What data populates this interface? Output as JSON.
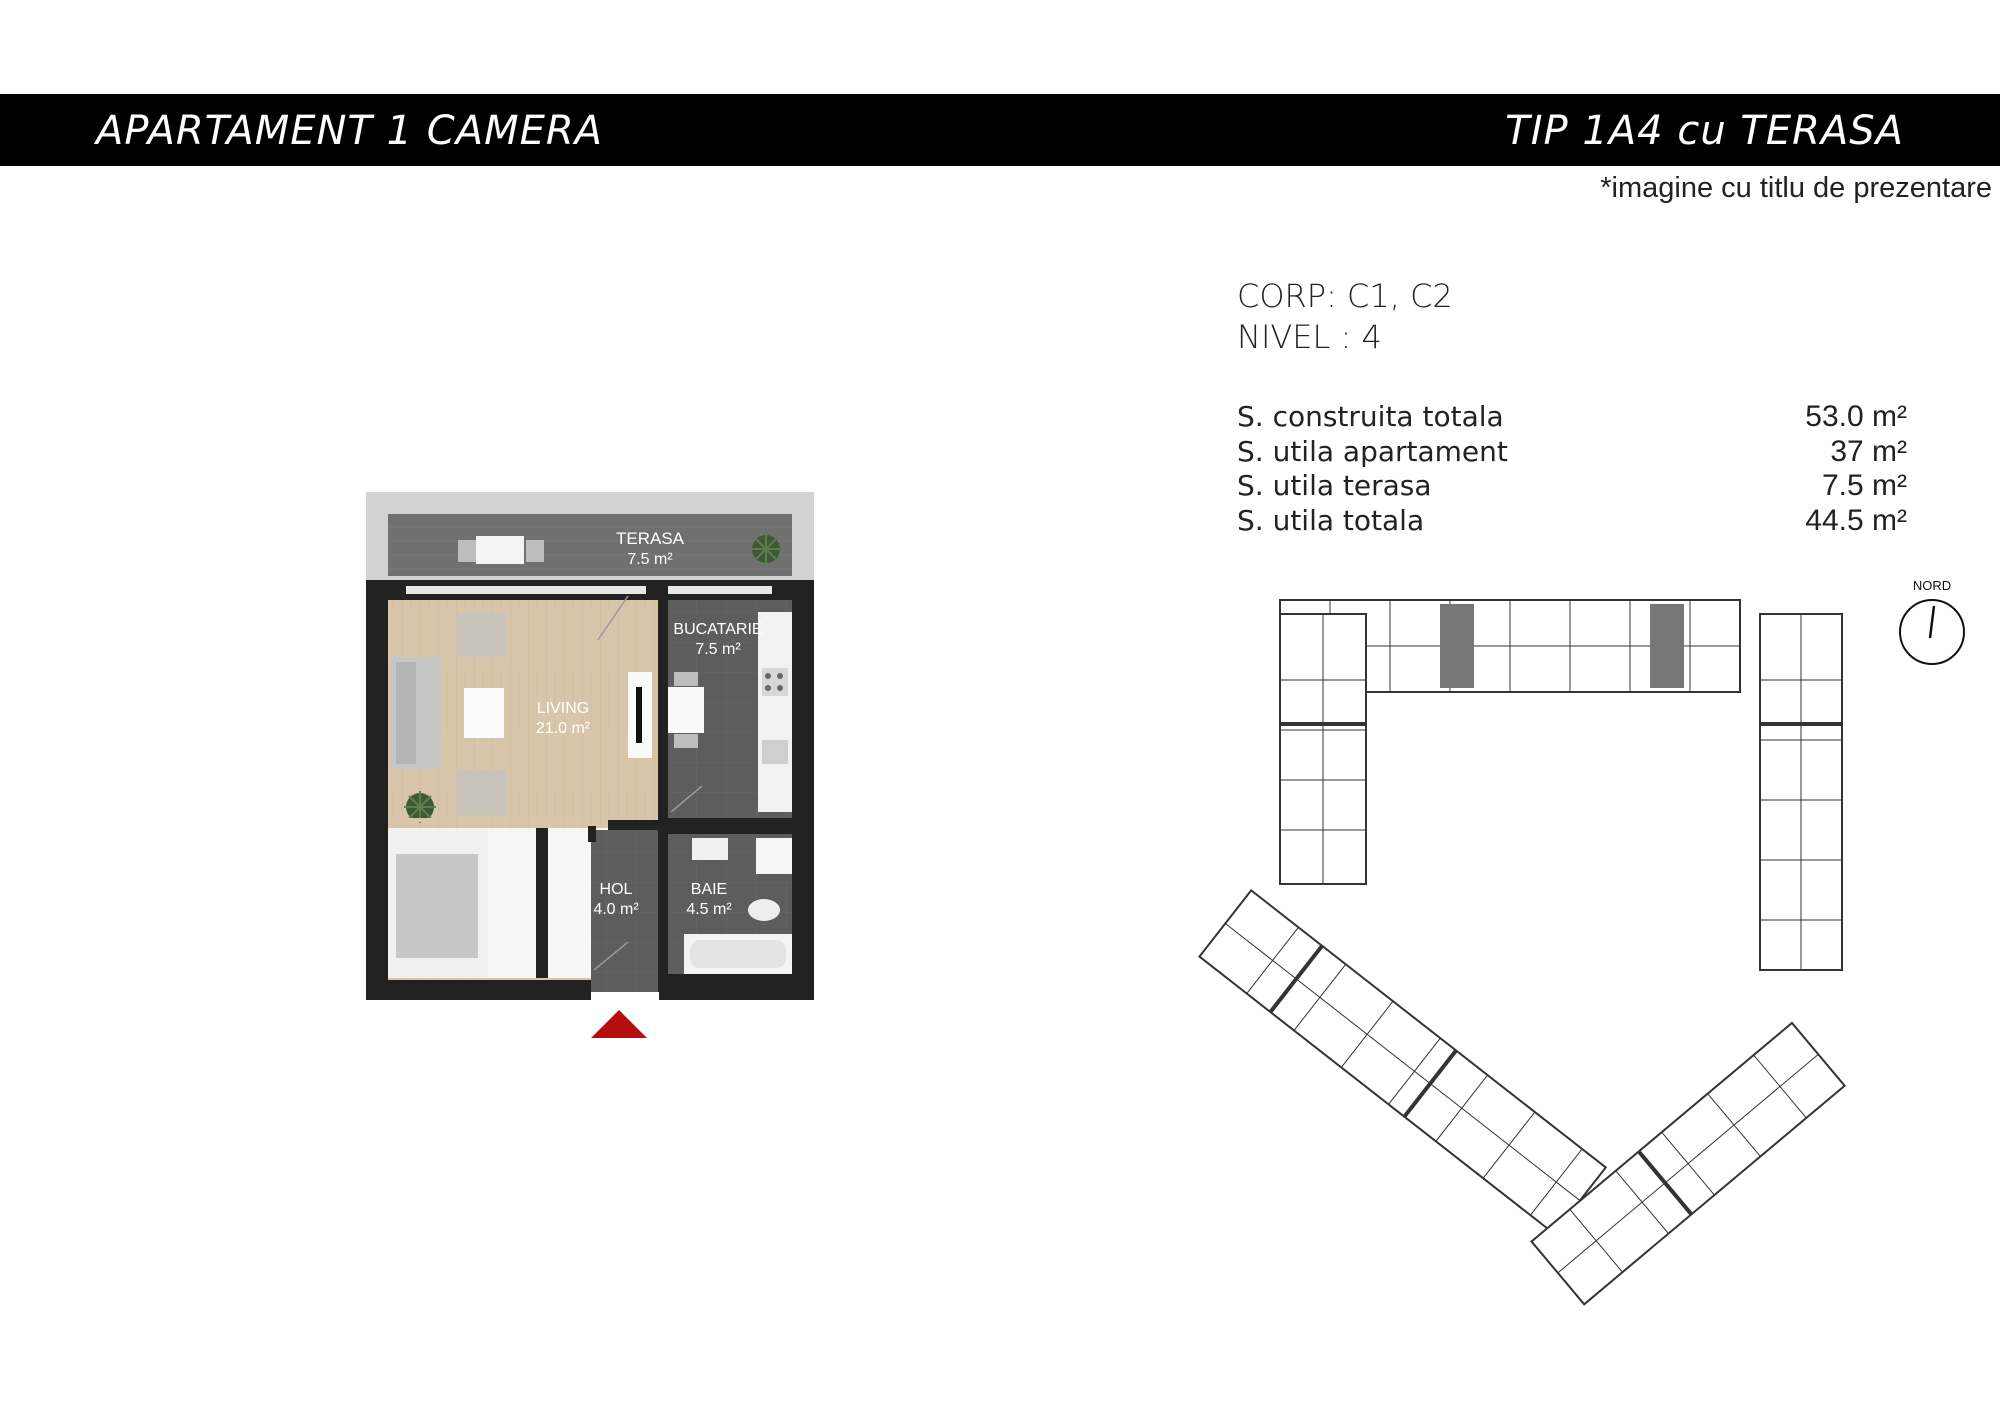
{
  "header": {
    "left_title": "APARTAMENT 1 CAMERA",
    "right_title": "TIP 1A4 cu TERASA"
  },
  "disclaimer": "*imagine cu titlu de prezentare",
  "building": {
    "corp": "CORP: C1, C2",
    "nivel": "NIVEL : 4"
  },
  "areas": [
    {
      "label": "S. construita totala",
      "value": "53.0 m²"
    },
    {
      "label": "S. utila apartament",
      "value": "37 m²"
    },
    {
      "label": "S. utila terasa",
      "value": "7.5 m²"
    },
    {
      "label": "S. utila totala",
      "value": "44.5 m²"
    }
  ],
  "rooms": {
    "terasa": {
      "name": "TERASA",
      "area": "7.5 m²"
    },
    "living": {
      "name": "LIVING",
      "area": "21.0 m²"
    },
    "bucatarie": {
      "name": "BUCATARIE",
      "area": "7.5 m²"
    },
    "hol": {
      "name": "HOL",
      "area": "4.0 m²"
    },
    "baie": {
      "name": "BAIE",
      "area": "4.5 m²"
    }
  },
  "compass": {
    "label": "NORD"
  },
  "colors": {
    "banner": "#000000",
    "wall": "#222222",
    "wood_floor": "#d8c4a8",
    "tile_floor": "#5c5c5c",
    "terrace": "#6f6f6f",
    "entrance_arrow": "#b50d0d"
  }
}
